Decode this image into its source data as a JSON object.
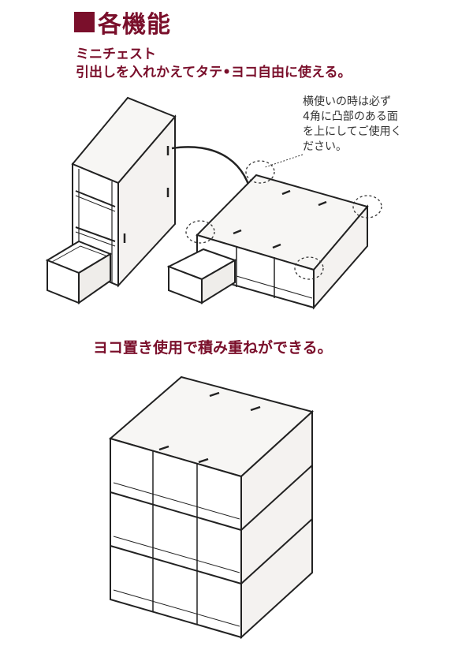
{
  "heading": {
    "title": "各機能"
  },
  "section1": {
    "line1": "ミニチェスト",
    "line2": "引出しを入れかえてタテ•ヨコ自由に使える。",
    "note_lines": [
      "横使いの時は必ず",
      "4角に凸部のある面",
      "を上にしてご使用く",
      "ださい。"
    ]
  },
  "section2": {
    "caption": "ヨコ置き使用で積み重ねができる。"
  },
  "colors": {
    "accent": "#7a0f2b",
    "line": "#222222",
    "panel": "#f4f2f0"
  }
}
